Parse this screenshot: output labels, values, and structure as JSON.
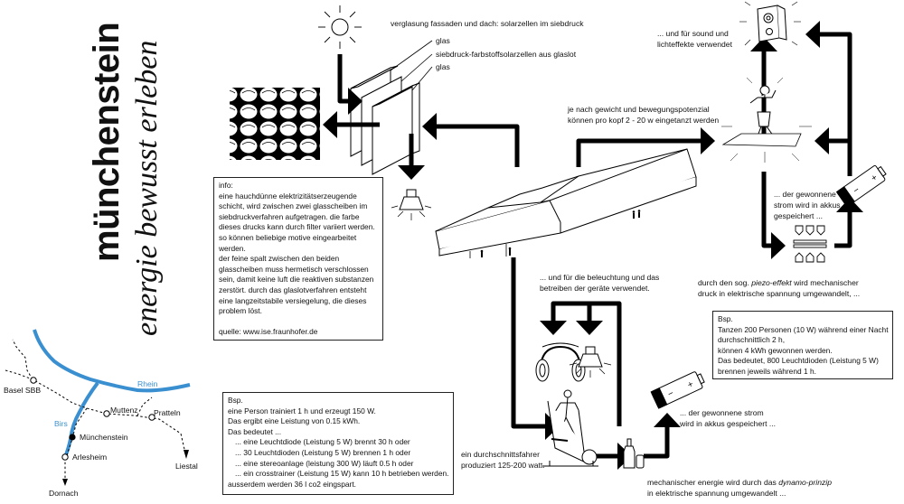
{
  "title": {
    "main": "münchenstein",
    "sub": "energie bewusst erleben"
  },
  "top": {
    "glazing": "verglasung fassaden und dach: solarzellen im siebdruck",
    "layer1": "glas",
    "layer2": "siebdruck-farbstoffsolarzellen aus glaslot",
    "layer3": "glas"
  },
  "info_box": {
    "lines": [
      "info:",
      "eine hauchdünne elektrizitätserzeugende",
      "schicht, wird zwischen zwei glasscheiben im",
      "siebdruckverfahren aufgetragen. die farbe",
      "dieses drucks kann durch filter variiert werden.",
      "so können beliebige motive eingearbeitet",
      "werden.",
      "der feine spalt zwischen den beiden",
      "glasscheiben muss hermetisch verschlossen",
      "sein, damit keine luft die reaktiven substanzen",
      "zerstört. durch das glaslotverfahren entsteht",
      "eine langzeitstabile versiegelung, die dieses",
      "problem löst.",
      "",
      "quelle: www.ise.fraunhofer.de"
    ]
  },
  "dance": {
    "text_line1": "je nach gewicht und bewegungspotenzial",
    "text_line2": "können pro kopf 2 - 20 w eingetanzt werden",
    "sound_line1": "... und für sound und",
    "sound_line2": "lichteffekte verwendet",
    "stored_line1": "... der gewonnene",
    "stored_line2": "strom wird in akkus",
    "stored_line3": "gespeichert ...",
    "piezo_line1_pre": "durch den sog. ",
    "piezo_term": "piezo-effekt",
    "piezo_line1_post": " wird mechanischer",
    "piezo_line2": "druck in elektrische spannung umgewandelt, ...",
    "box_lines": [
      "Bsp.",
      "Tanzen 200 Personen (10 W) während einer Nacht",
      "durchschnittlich 2 h,",
      "können 4 kWh gewonnen werden.",
      "Das bedeutet, 800 Leuchtdioden (Leistung 5 W)",
      "brennen jeweils während 1 h."
    ]
  },
  "fitness": {
    "light_line1": "... und für die beleuchtung und das",
    "light_line2": "betreiben der geräte verwendet.",
    "stored_line1": "... der gewonnene strom",
    "stored_line2": "wird in akkus gespeichert ...",
    "rider_line1": "ein durchschnittsfahrer",
    "rider_line2": "produziert 125-200 watt.",
    "dynamo_line1_pre": "mechanischer energie wird durch das ",
    "dynamo_term": "dynamo-prinzip",
    "dynamo_line2": "in elektrische spannung umgewandelt ...",
    "box_lines": [
      "Bsp.",
      "eine Person trainiert 1 h und erzeugt 150 W.",
      "Das ergibt eine Leistung von 0.15 kWh.",
      "Das bedeutet ...",
      "    ... eine Leuchtdiode (Leistung 5 W) brennt 30 h oder",
      "    ... 30 Leuchtdioden (Leistung 5 W) brennen 1 h oder",
      "    ... eine stereoanlage (leistung 300 W) läuft 0.5 h oder",
      "    ... ein crosstrainer (Leistung 15 W) kann 10 h betrieben werden.",
      "ausserdem werden 36 l co2 eingspart."
    ]
  },
  "map": {
    "basel": "Basel SBB",
    "muttenz": "Muttenz",
    "pratteln": "Pratteln",
    "rhein": "Rhein",
    "birs": "Birs",
    "muenchenstein": "Münchenstein",
    "arlesheim": "Arlesheim",
    "liestal": "Liestal",
    "dornach": "Dornach",
    "river_color": "#3a8fd0"
  },
  "icons": [
    "sun-icon",
    "bulb-icon",
    "speaker-icon",
    "battery-icon",
    "headphones-icon",
    "dancer-icon",
    "crosstrainer-icon",
    "dynamo-icon",
    "piezo-icon",
    "cell-pattern-icon",
    "building-icon"
  ]
}
